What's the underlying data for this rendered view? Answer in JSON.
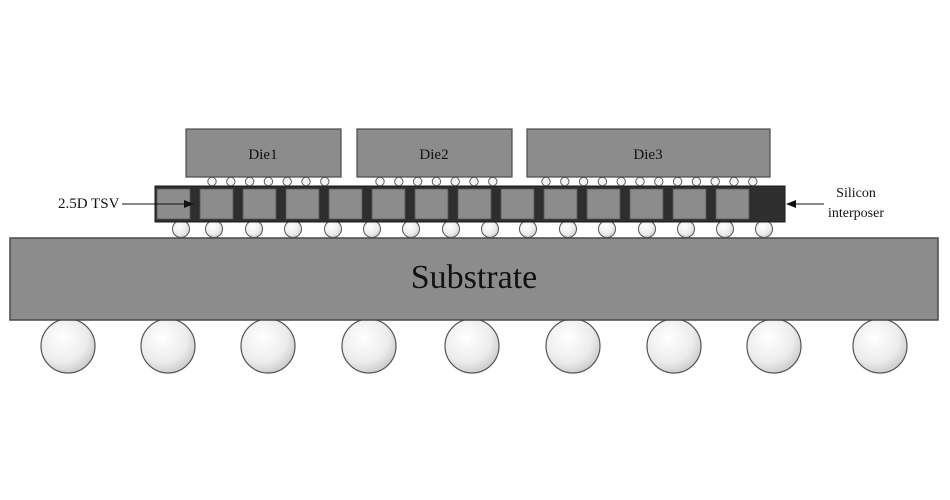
{
  "dies": [
    "Die1",
    "Die2",
    "Die3"
  ],
  "substrate_label": "Substrate",
  "tsv_label": "2.5D TSV",
  "interposer_label": [
    "Silicon",
    "interposer"
  ],
  "colors": {
    "body": "#8c8c8c",
    "interposer_core": "#2e2e2e",
    "outline": "#4a4a4a",
    "bump": "#f2f2f2"
  }
}
